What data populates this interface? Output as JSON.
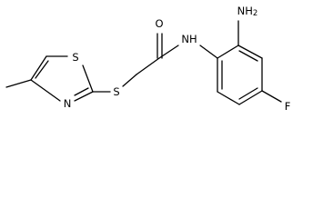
{
  "structure": {
    "atoms": {
      "amino_group": "NH2",
      "amide_nh": "NH",
      "carbonyl_o": "O",
      "thioether_s": "S",
      "ring_s": "S",
      "ring_n": "N",
      "fluorine": "F"
    }
  }
}
